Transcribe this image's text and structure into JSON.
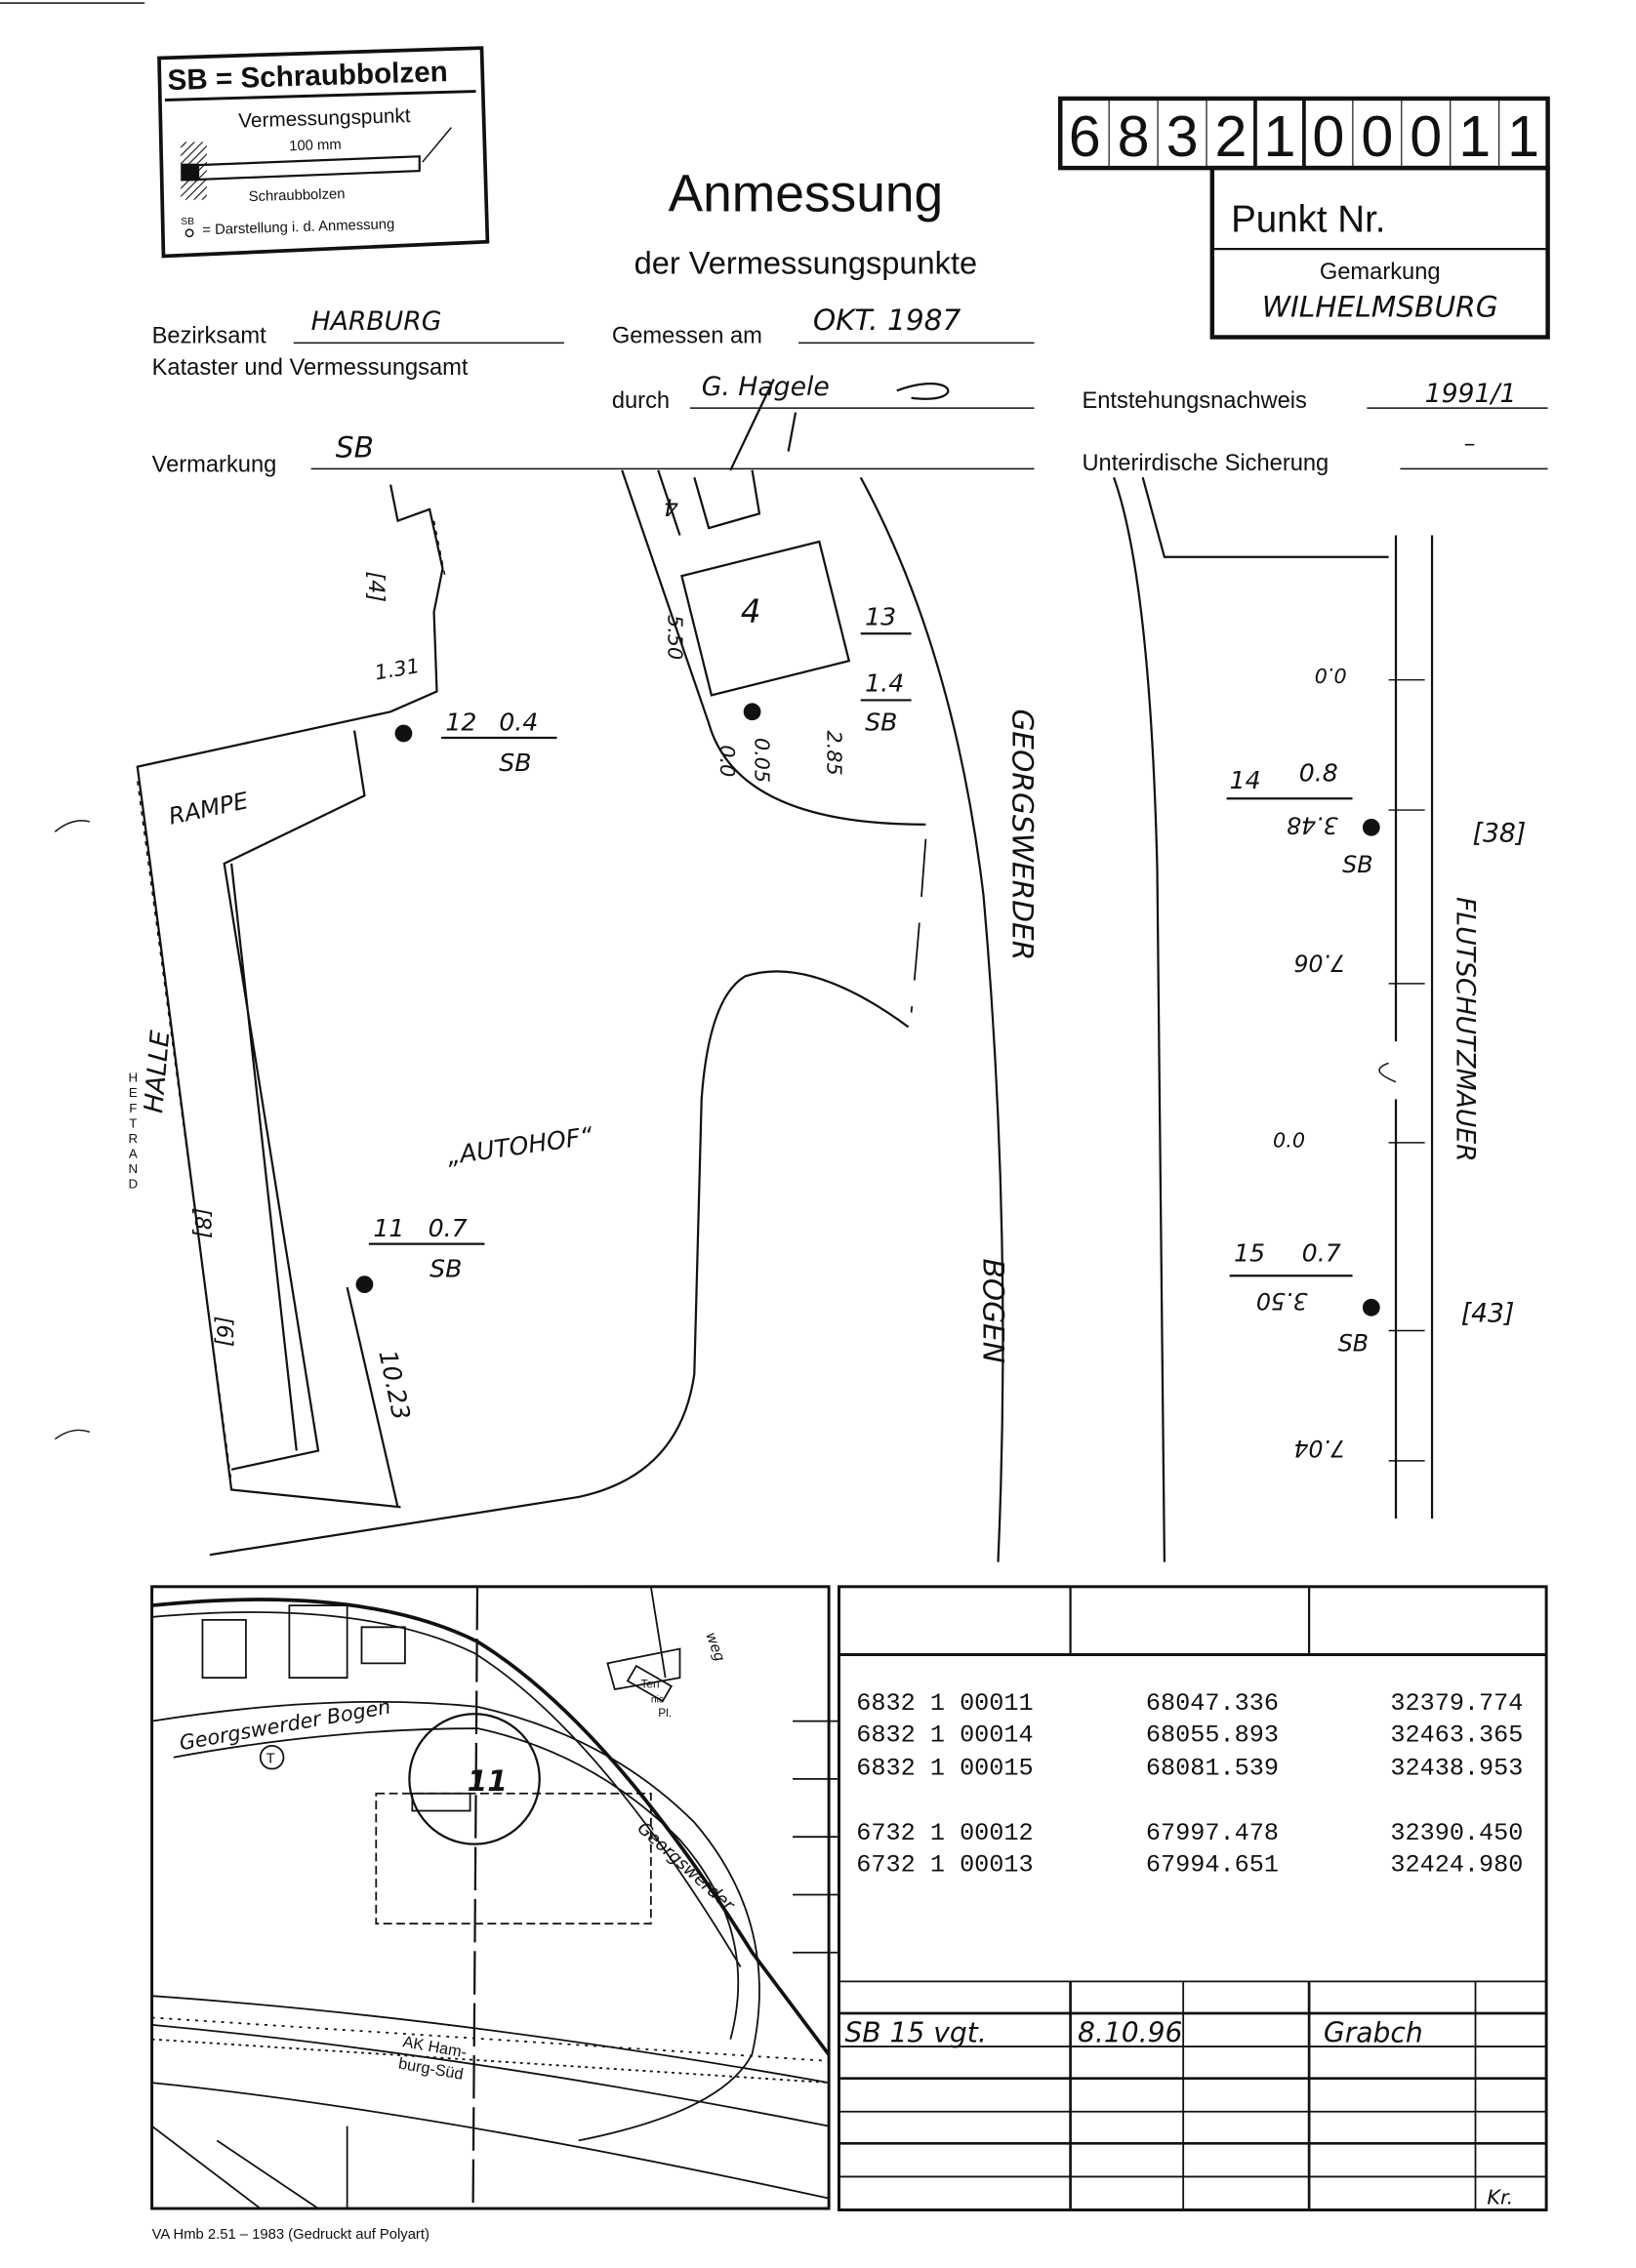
{
  "legend": {
    "title": "SB = Schraubbolzen",
    "subtitle": "Vermessungspunkt",
    "dimension": "100 mm",
    "bolt_label": "Schraubbolzen",
    "symbol_label": "SB",
    "symbol_text": "= Darstellung i. d. Anmessung"
  },
  "point_number": {
    "digits": [
      "6",
      "8",
      "3",
      "2",
      "1",
      "0",
      "0",
      "0",
      "1",
      "1"
    ],
    "label": "Punkt Nr.",
    "gemarkung_label": "Gemarkung",
    "gemarkung_value": "WILHELMSBURG"
  },
  "title": {
    "main": "Anmessung",
    "sub": "der Vermessungspunkte"
  },
  "form": {
    "bezirksamt_label": "Bezirksamt",
    "bezirksamt_value": "HARBURG",
    "kataster_label": "Kataster und Vermessungsamt",
    "gemessen_label": "Gemessen am",
    "gemessen_value": "OKT. 1987",
    "durch_label": "durch",
    "durch_value": "G. Hagele",
    "vermarkung_label": "Vermarkung",
    "vermarkung_value": "SB",
    "entstehung_label": "Entstehungsnachweis",
    "entstehung_value": "1991/1",
    "sicherung_label": "Unterirdische Sicherung",
    "sicherung_value": "–"
  },
  "sketch": {
    "margin_label": "HEFTRAND",
    "labels": {
      "rampe": "RAMPE",
      "halle": "HALLE",
      "autohof": "„AUTOHOF“",
      "street": "GEORGSWERDER BOGEN",
      "street_a": "GEORGSWERDER",
      "street_b": "BOGEN",
      "wall": "FLUTSCHUTZMAUER",
      "house_a": "4",
      "house_b": "[4]",
      "house_8": "[8]",
      "house_6": "[6]",
      "house_38": "[38]",
      "house_43": "[43]"
    },
    "measures": {
      "m131": "1.31",
      "m1023": "10.23",
      "m550": "5.50",
      "m005": "0.05",
      "m00a": "0.0",
      "m285": "2.85",
      "m00b": "0.0",
      "m00c": "0.0",
      "m706": "7.06",
      "m704": "7.04",
      "m348": "3.48",
      "m350": "3.50"
    },
    "points": [
      {
        "nr": "12",
        "height": "0.4",
        "type": "SB"
      },
      {
        "nr": "13",
        "height": "1.4",
        "type": "SB"
      },
      {
        "nr": "14",
        "height": "0.8",
        "type": "SB"
      },
      {
        "nr": "15",
        "height": "0.7",
        "type": "SB"
      },
      {
        "nr": "11",
        "height": "0.7",
        "type": "SB"
      }
    ]
  },
  "map": {
    "street_1": "Georgswerder Bogen",
    "street_2": "Georgswerder",
    "street_3": "weg",
    "motorway_1": "AK Ham-",
    "motorway_2": "burg-Süd",
    "tennis_1": "Ten",
    "tennis_2": "nis",
    "tennis_3": "Pl.",
    "symbol_t": "T",
    "point_mark": "11",
    "footer": "VA Hmb 2.51 – 1983 (Gedruckt auf Polyart)"
  },
  "coordinates": {
    "rows": [
      {
        "point": "6832 1 00011",
        "x": "68047.336",
        "y": "32379.774"
      },
      {
        "point": "6832 1 00014",
        "x": "68055.893",
        "y": "32463.365"
      },
      {
        "point": "6832 1 00015",
        "x": "68081.539",
        "y": "32438.953"
      },
      {
        "point": "6732 1 00012",
        "x": "67997.478",
        "y": "32390.450"
      },
      {
        "point": "6732 1 00013",
        "x": "67994.651",
        "y": "32424.980"
      }
    ]
  },
  "history": {
    "entry_1": {
      "text": "SB 15 vgt.",
      "date": "8.10.96",
      "name": "Grabch"
    },
    "initials": "Kr."
  }
}
